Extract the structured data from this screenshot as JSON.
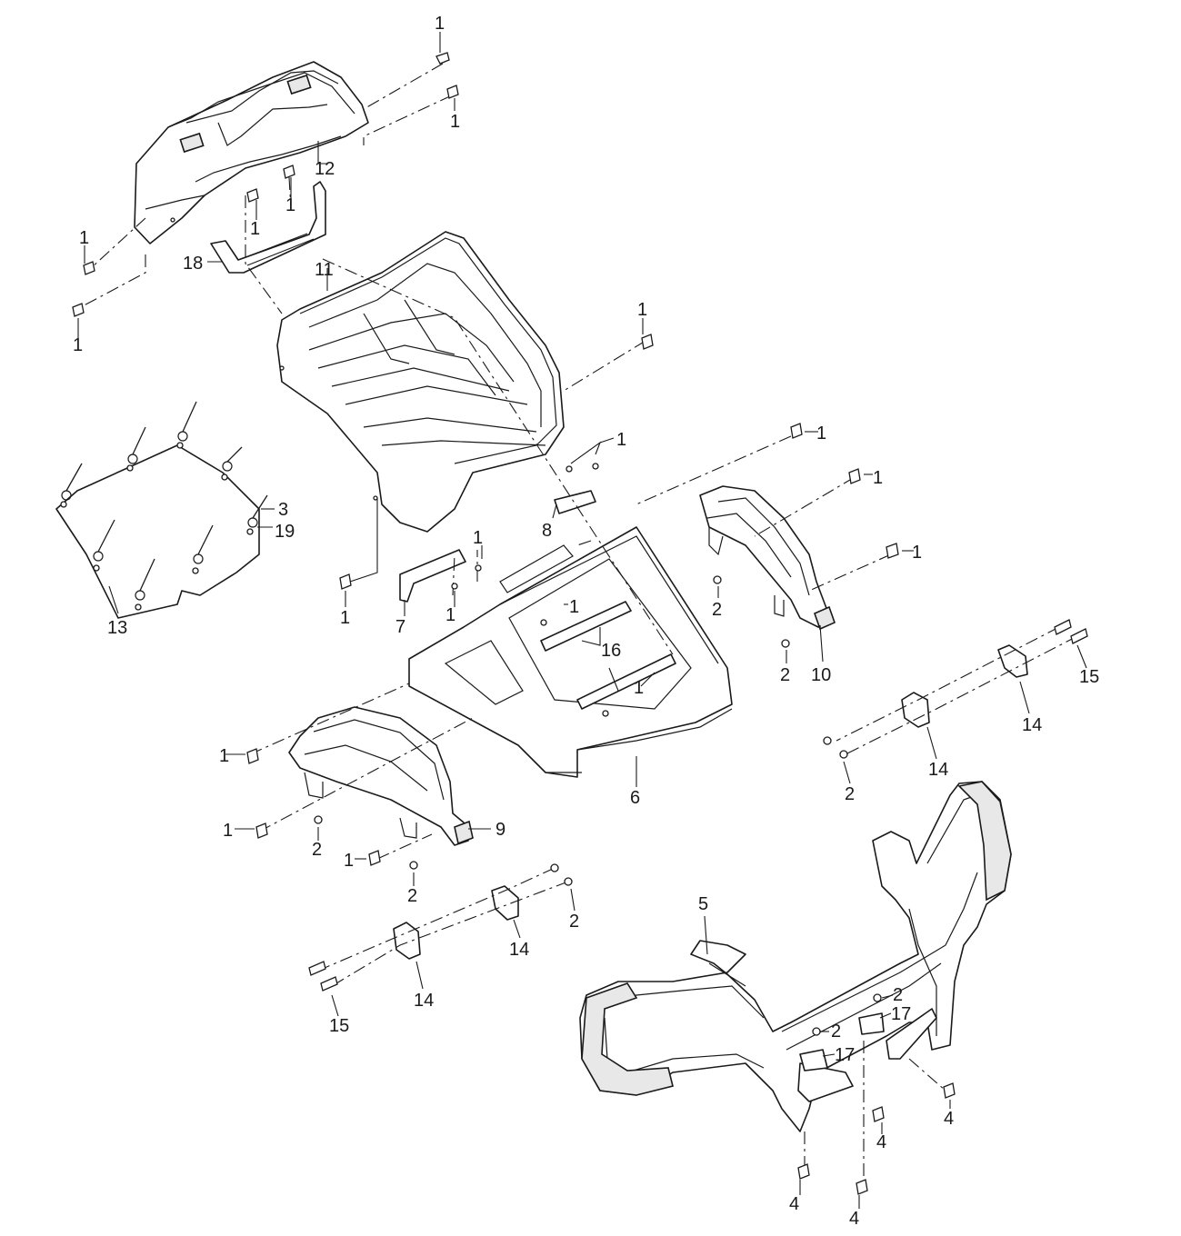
{
  "callouts": {
    "p1": "1",
    "p2": "2",
    "p3": "3",
    "p4": "4",
    "p5": "5",
    "p6": "6",
    "p7": "7",
    "p8": "8",
    "p9": "9",
    "p10": "10",
    "p11": "11",
    "p12": "12",
    "p13": "13",
    "p14": "14",
    "p15": "15",
    "p16": "16",
    "p17": "17",
    "p18": "18",
    "p19": "19"
  }
}
